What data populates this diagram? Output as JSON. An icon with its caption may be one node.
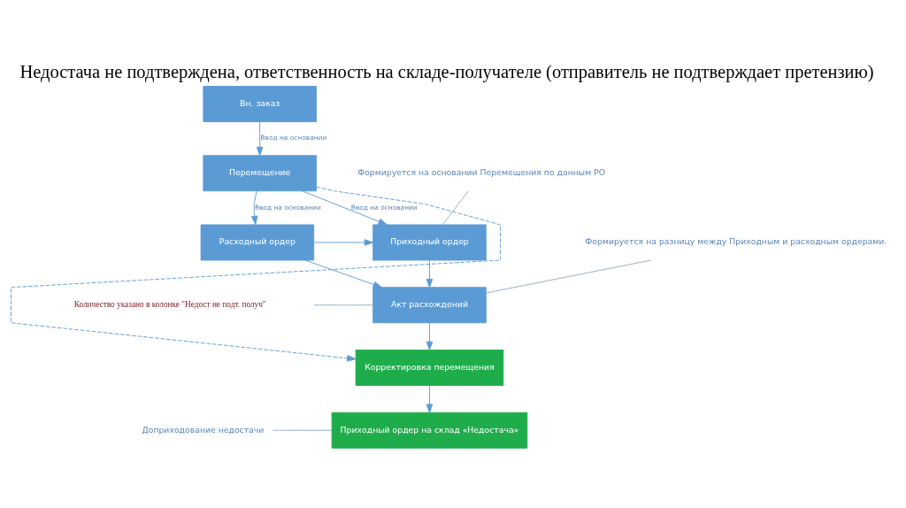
{
  "diagram": {
    "title": "Недостача не подтверждена, ответственность на складе-получателе (отправитель не подтверждает претензию)",
    "nodes": [
      {
        "text": [
          "Вн. заказ"
        ]
      },
      {
        "text": [
          "Перемещение"
        ]
      },
      {
        "text": [
          "Расходный ордер"
        ]
      },
      {
        "text": [
          "Приходный ордер"
        ]
      },
      {
        "text": [
          "Акт расхождений"
        ]
      },
      {
        "text": [
          "Корректировка перемещения"
        ]
      },
      {
        "text": [
          "Приходный ордер на склад «Недостача»"
        ]
      },
      {
        "text": [
          "Формируется на основании Перемещения по данным РО"
        ]
      },
      {
        "text": [
          "Количество указано в колонке \"Недост не подт. получ\""
        ]
      },
      {
        "text": [
          "Формируется на разницу между Приходным и расходным ордерами."
        ]
      },
      {
        "text": [
          "Доприходование недостачи"
        ]
      }
    ],
    "edges": [
      {
        "from": 0,
        "to": 1,
        "arrow": "to",
        "label": "Ввод на основании"
      },
      {
        "from": 1,
        "to": 3,
        "arrow": "to",
        "label": "Ввод на основании"
      },
      {
        "from": 1,
        "to": 2,
        "arrow": "to",
        "label": "Ввод на основании"
      },
      {
        "from": 2,
        "to": 3,
        "arrow": "to"
      },
      {
        "from": 2,
        "to": 4,
        "arrow": "to"
      },
      {
        "from": 3,
        "to": 4,
        "arrow": "to"
      },
      {
        "from": 4,
        "to": 5,
        "arrow": "to"
      },
      {
        "from": 1,
        "to": 5,
        "arrow": "to",
        "style": "dashed"
      },
      {
        "from": 5,
        "to": 6,
        "arrow": "to"
      },
      {
        "from": 7,
        "to": 3,
        "arrow": "none"
      },
      {
        "from": 8,
        "to": 4,
        "arrow": "none"
      },
      {
        "from": 9,
        "to": 4,
        "arrow": "none"
      },
      {
        "from": 10,
        "to": 6,
        "arrow": "none"
      }
    ]
  }
}
